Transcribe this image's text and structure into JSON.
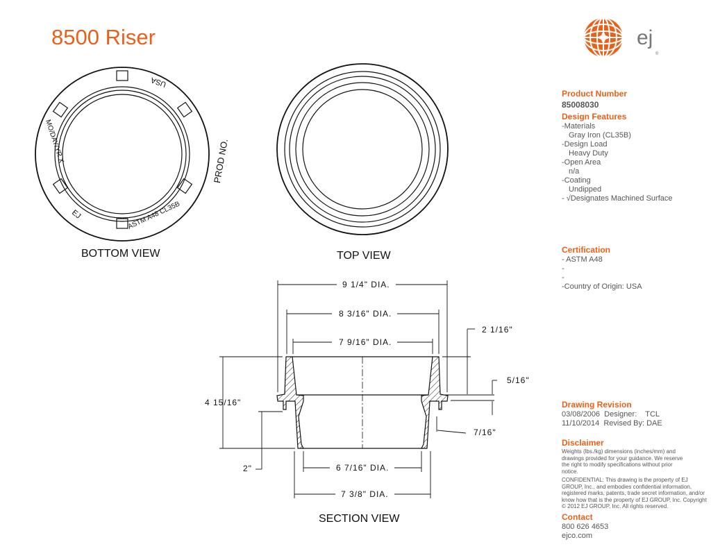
{
  "title": "8500  Riser",
  "logo": {
    "text": "ej",
    "mark": "®"
  },
  "views": {
    "bottom": "BOTTOM VIEW",
    "top": "TOP VIEW",
    "section": "SECTION VIEW"
  },
  "bottom_markings": {
    "usa": "USA",
    "prod": "PROD NO.",
    "date": "MO/DAY/YR X",
    "ej": "EJ",
    "astm": "ASTM A48 CL35B"
  },
  "dimensions": {
    "d1": "9 1/4\" DIA.",
    "d2": "8 3/16\" DIA.",
    "d3": "7 9/16\" DIA.",
    "d4": "6 7/16\" DIA.",
    "d5": "7 3/8\" DIA.",
    "h1": "4 15/16\"",
    "h2": "2\"",
    "h3": "2 1/16\"",
    "h4": "5/16\"",
    "h5": "7/16\""
  },
  "product": {
    "heading": "Product Number",
    "number": "85008030"
  },
  "features": {
    "heading": "Design Features",
    "items": [
      "-Materials",
      "Gray Iron (CL35B)",
      "-Design Load",
      "Heavy Duty",
      "-Open Area",
      "n/a",
      "-Coating",
      "Undipped",
      "- √Designates Machined Surface"
    ]
  },
  "certification": {
    "heading": "Certification",
    "items": [
      "- ASTM A48",
      "-",
      "-",
      "-Country of Origin: USA"
    ]
  },
  "revision": {
    "heading": "Drawing Revision",
    "rows": [
      "03/08/2006  Designer:    TCL",
      "11/10/2014  Revised By: DAE"
    ]
  },
  "disclaimer": {
    "heading": "Disclaimer",
    "p1": "Weights (lbs./kg) dimensions (inches/mm) and drawings provided for your guidance.  We reserve the right to modify specifications without prior notice.",
    "p2": "CONFIDENTIAL: This drawing is the property of EJ GROUP, Inc., and embodies confidential information, registered marks, patents, trade secret information, and/or know how that is the property of EJ GROUP, Inc. Copyright © 2012 EJ GROUP, Inc. All rights reserved."
  },
  "contact": {
    "heading": "Contact",
    "phone": "800 626 4653",
    "web": "ejco.com"
  },
  "colors": {
    "accent": "#e8611a",
    "text": "#555555"
  }
}
